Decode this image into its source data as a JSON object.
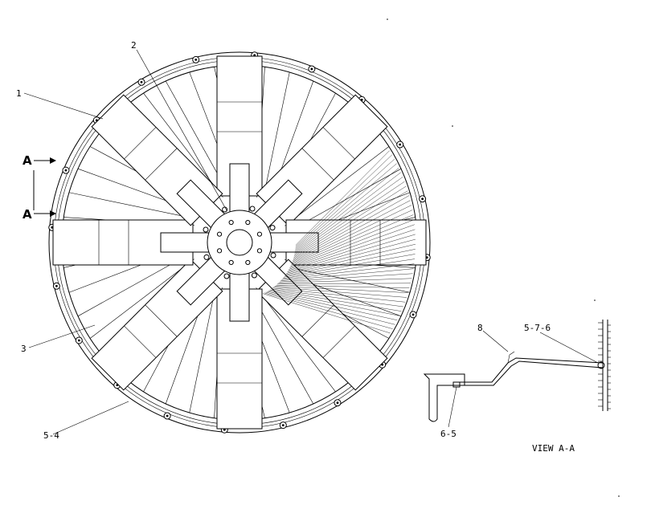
{
  "diagram": {
    "callouts": {
      "c1": "1",
      "c2": "2",
      "c3": "3",
      "c54": "5-4",
      "c8": "8",
      "c576": "5-7-6",
      "c65": "6-5"
    },
    "section_markers": {
      "top": "A",
      "bottom": "A"
    },
    "view_caption": "VIEW A-A"
  }
}
